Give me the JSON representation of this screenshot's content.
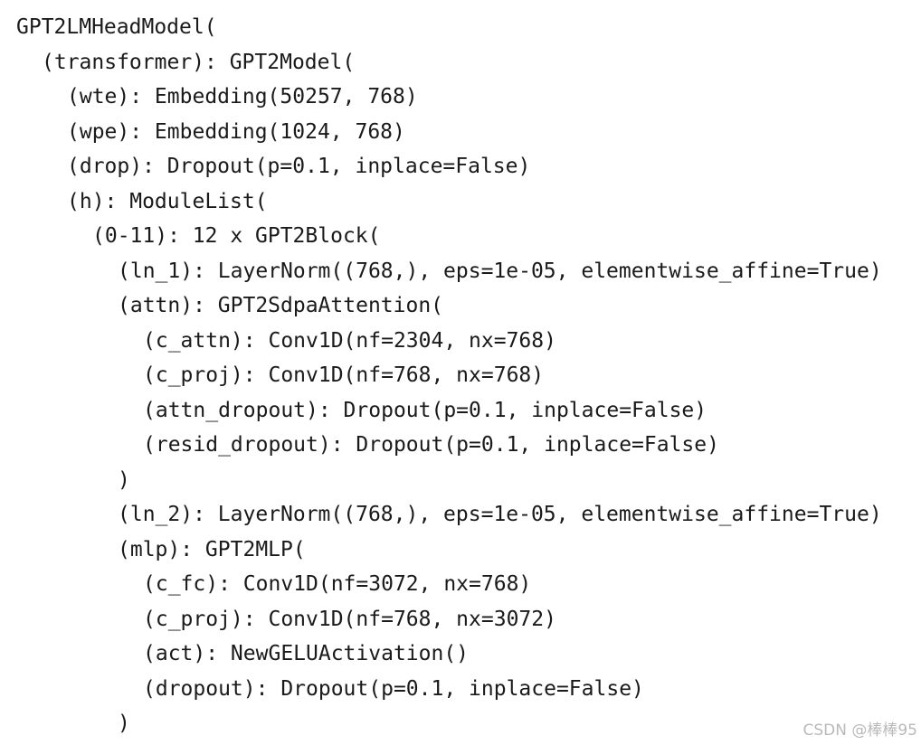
{
  "code": {
    "lines": [
      "GPT2LMHeadModel(",
      "(transformer): GPT2Model(",
      "(wte): Embedding(50257, 768)",
      "(wpe): Embedding(1024, 768)",
      "(drop): Dropout(p=0.1, inplace=False)",
      "(h): ModuleList(",
      "(0-11): 12 x GPT2Block(",
      "(ln_1): LayerNorm((768,), eps=1e-05, elementwise_affine=True)",
      "(attn): GPT2SdpaAttention(",
      "(c_attn): Conv1D(nf=2304, nx=768)",
      "(c_proj): Conv1D(nf=768, nx=768)",
      "(attn_dropout): Dropout(p=0.1, inplace=False)",
      "(resid_dropout): Dropout(p=0.1, inplace=False)",
      ")",
      "(ln_2): LayerNorm((768,), eps=1e-05, elementwise_affine=True)",
      "(mlp): GPT2MLP(",
      "(c_fc): Conv1D(nf=3072, nx=768)",
      "(c_proj): Conv1D(nf=768, nx=3072)",
      "(act): NewGELUActivation()",
      "(dropout): Dropout(p=0.1, inplace=False)",
      ")"
    ]
  },
  "watermark": {
    "text": "CSDN @棒棒95"
  },
  "colors": {
    "text": "#1a1a1a",
    "background": "#ffffff",
    "watermark": "#b9b9b9"
  }
}
